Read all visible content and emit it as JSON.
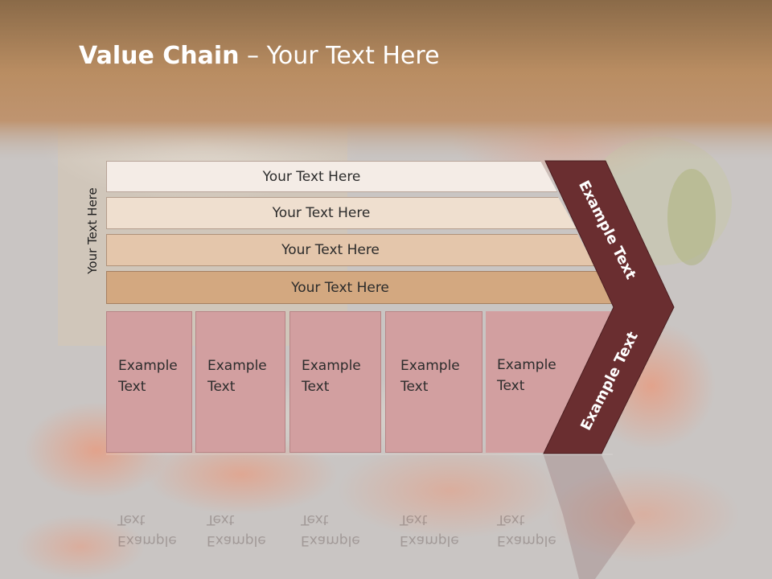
{
  "slide": {
    "title_bold": "Value Chain",
    "title_rest": " – Your Text Here",
    "side_label": "Your Text Here",
    "bands": [
      {
        "label": "Your Text Here",
        "color": "#f4ece6"
      },
      {
        "label": "Your Text Here",
        "color": "#efdfcf"
      },
      {
        "label": "Your Text Here",
        "color": "#e4c6ab"
      },
      {
        "label": "Your Text Here",
        "color": "#d3a880"
      }
    ],
    "cells": [
      {
        "line1": "Example",
        "line2": "Text"
      },
      {
        "line1": "Example",
        "line2": "Text"
      },
      {
        "line1": "Example",
        "line2": "Text"
      },
      {
        "line1": "Example",
        "line2": "Text"
      },
      {
        "line1": "Example",
        "line2": "Text"
      }
    ],
    "chevron": {
      "upper_text": "Example Text",
      "lower_text": "Example Text",
      "color": "#6a2e30"
    }
  }
}
